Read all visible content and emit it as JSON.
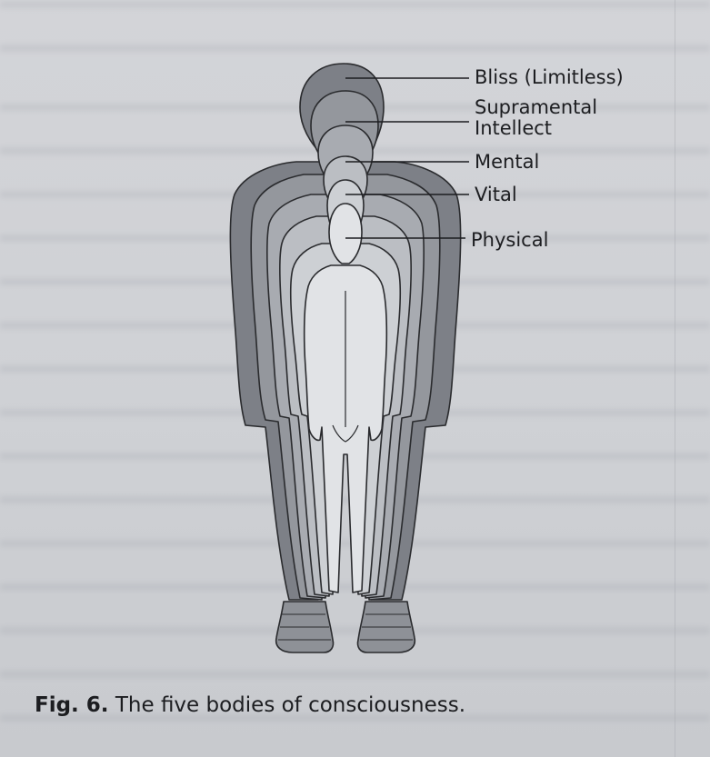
{
  "figure": {
    "labels": {
      "bliss": "Bliss (Limitless)",
      "supramental": "Supramental",
      "intellect": "Intellect",
      "mental": "Mental",
      "vital": "Vital",
      "physical": "Physical"
    },
    "layer_colors": {
      "bliss": "#7d8087",
      "supramental": "#94979d",
      "intellect": "#a8abb1",
      "mental": "#bbbec3",
      "vital": "#cdd0d4",
      "physical": "#e1e3e6"
    }
  },
  "caption": {
    "number": "Fig. 6.",
    "text": "The five bodies of consciousness."
  }
}
